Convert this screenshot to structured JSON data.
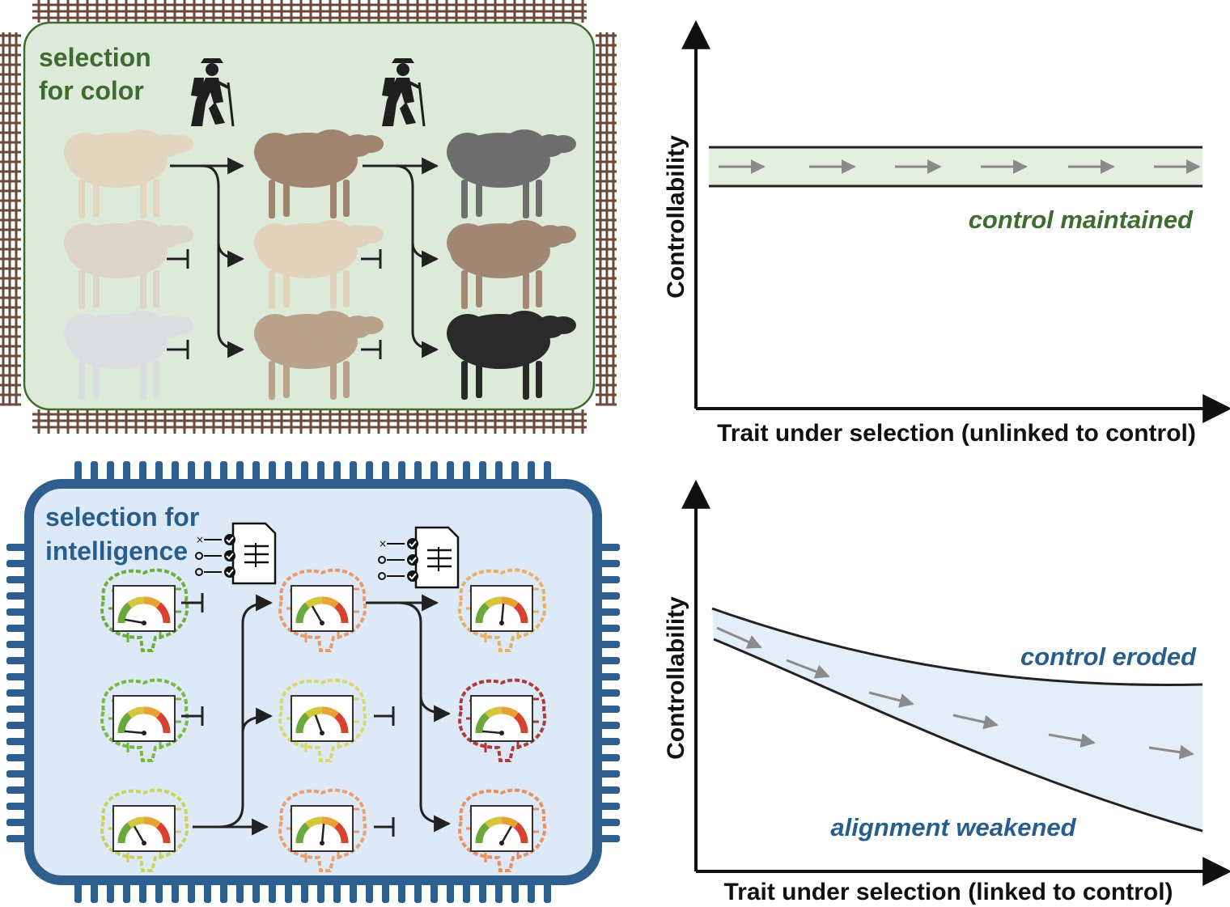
{
  "panel_sheep": {
    "title_line1": "selection",
    "title_line2": "for color",
    "sheep_colors": {
      "col1": [
        "#e3d6c0",
        "#ddd5c8",
        "#dcdde0"
      ],
      "col2": [
        "#a08470",
        "#e2d4bc",
        "#b9a38c"
      ],
      "col3": [
        "#6e6e6e",
        "#a28775",
        "#2a2a2a"
      ]
    }
  },
  "panel_ai": {
    "title_line1": "selection for",
    "title_line2": "intelligence",
    "brain_colors": {
      "col1": [
        "#6fae3a",
        "#7ab83f",
        "#c9d35a"
      ],
      "col2": [
        "#e89a6a",
        "#d9d86a",
        "#e8a070"
      ],
      "col3": [
        "#e8b060",
        "#b03a3a",
        "#e89060"
      ]
    }
  },
  "chart_top": {
    "ylabel": "Controllability",
    "xlabel": "Trait under selection (unlinked to control)",
    "annotation": "control maintained"
  },
  "chart_bottom": {
    "ylabel": "Controllability",
    "xlabel": "Trait under selection (linked to control)",
    "annotation_upper": "control eroded",
    "annotation_lower": "alignment weakened"
  },
  "colors": {
    "green_text": "#3e6b2f",
    "blue_text": "#285e8e",
    "green_panel": "#dde9d9",
    "blue_panel": "#dde9f7",
    "fence": "#6b4a3a",
    "chip_border": "#2e5f8e"
  }
}
